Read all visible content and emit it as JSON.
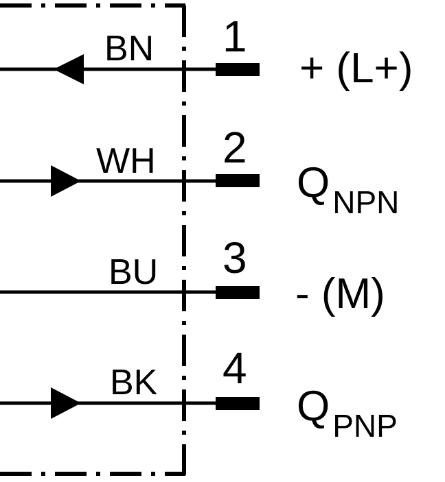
{
  "diagram": {
    "connections": [
      {
        "pin": "1",
        "wire_color": "BN",
        "signal": "+ (L+)",
        "signal_sub": "",
        "arrow": "left"
      },
      {
        "pin": "2",
        "wire_color": "WH",
        "signal": "Q",
        "signal_sub": "NPN",
        "arrow": "right"
      },
      {
        "pin": "3",
        "wire_color": "BU",
        "signal": "- (M)",
        "signal_sub": "",
        "arrow": "none"
      },
      {
        "pin": "4",
        "wire_color": "BK",
        "signal": "Q",
        "signal_sub": "PNP",
        "arrow": "right"
      }
    ]
  }
}
